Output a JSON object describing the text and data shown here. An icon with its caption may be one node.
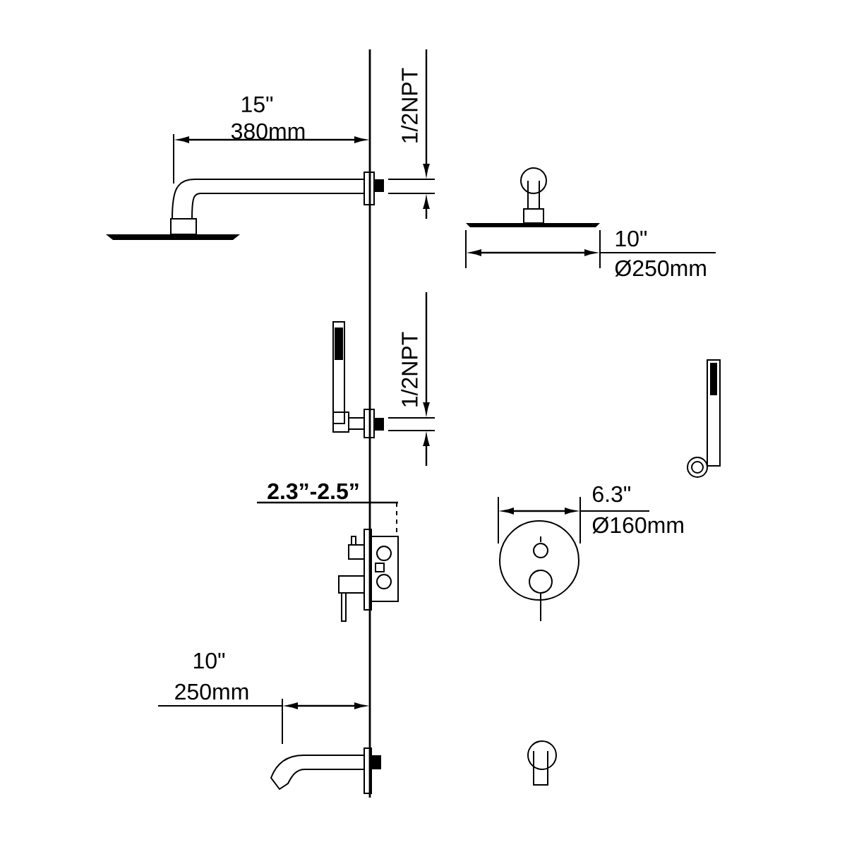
{
  "diagram": {
    "labels": [
      "15\"",
      "380mm",
      "1/2NPT",
      "10\"",
      "Ø250mm",
      "1/2NPT",
      "2.3”-2.5”",
      "6.3\"",
      "Ø160mm",
      "10\"",
      "250mm"
    ]
  }
}
